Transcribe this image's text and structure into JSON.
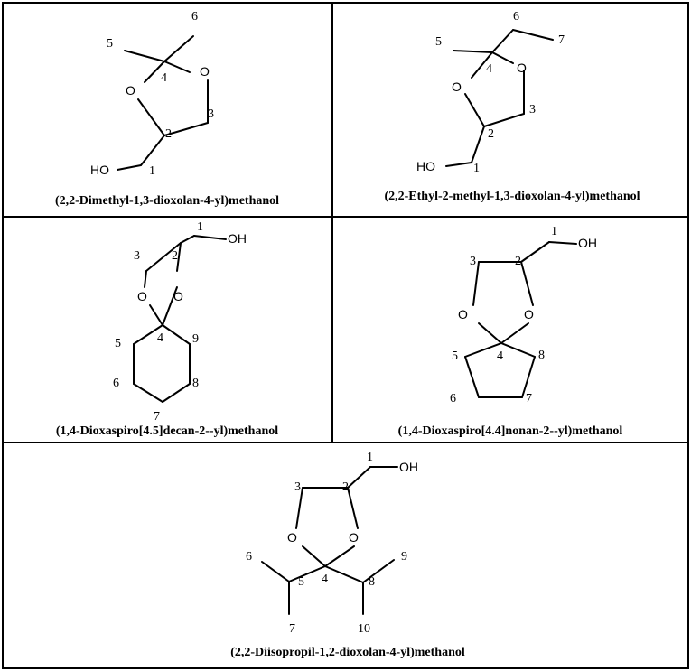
{
  "panels": [
    {
      "id": "p1",
      "caption": "(2,2-Dimethyl-1,3-dioxolan-4-yl)methanol",
      "atoms": [
        "O",
        "O",
        "HO"
      ],
      "numbers": [
        "6",
        "5",
        "4",
        "3",
        "2",
        "1"
      ]
    },
    {
      "id": "p2",
      "caption": "(2,2-Ethyl-2-methyl-1,3-dioxolan-4-yl)methanol",
      "atoms": [
        "O",
        "O",
        "HO"
      ],
      "numbers": [
        "6",
        "7",
        "5",
        "4",
        "3",
        "2",
        "1"
      ]
    },
    {
      "id": "p3",
      "caption": "(1,4-Dioxaspiro[4.5]decan-2--yl)methanol",
      "atoms": [
        "OH",
        "O",
        "O"
      ],
      "numbers": [
        "1",
        "3",
        "2",
        "5",
        "4",
        "9",
        "6",
        "8",
        "7"
      ]
    },
    {
      "id": "p4",
      "caption": "(1,4-Dioxaspiro[4.4]nonan-2--yl)methanol",
      "atoms": [
        "OH",
        "O",
        "O"
      ],
      "numbers": [
        "1",
        "3",
        "2",
        "5",
        "4",
        "8",
        "6",
        "7"
      ]
    },
    {
      "id": "p5",
      "caption": "(2,2-Diisopropil-1,2-dioxolan-4-yl)methanol",
      "atoms": [
        "OH",
        "O",
        "O"
      ],
      "numbers": [
        "1",
        "3",
        "2",
        "6",
        "5",
        "4",
        "8",
        "9",
        "7",
        "10"
      ]
    }
  ]
}
